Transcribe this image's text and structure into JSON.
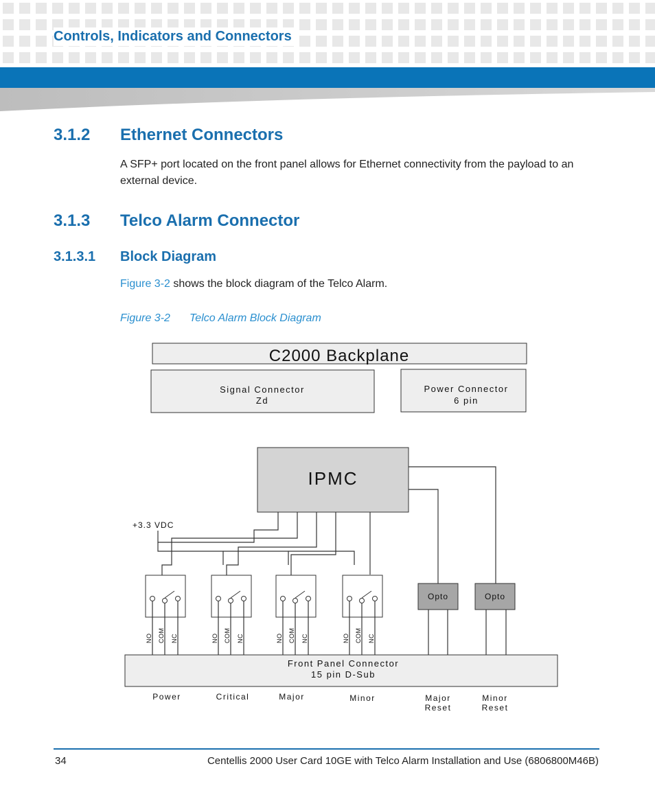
{
  "header": {
    "title": "Controls, Indicators and Connectors"
  },
  "section_312": {
    "number": "3.1.2",
    "title": "Ethernet Connectors",
    "body": "A SFP+ port located on the front panel allows for Ethernet connectivity from the payload to an external device."
  },
  "section_313": {
    "number": "3.1.3",
    "title": "Telco Alarm Connector"
  },
  "section_3131": {
    "number": "3.1.3.1",
    "title": "Block Diagram",
    "ref": "Figure 3-2",
    "ref_text": " shows the block diagram of the Telco Alarm."
  },
  "figure": {
    "label": "Figure 3-2",
    "title": "Telco Alarm Block Diagram"
  },
  "diagram": {
    "backplane": "C2000 Backplane",
    "signal_connector": [
      "Signal Connector",
      "Zd"
    ],
    "power_connector": [
      "Power Connector",
      "6 pin"
    ],
    "ipmc": "IPMC",
    "vdc": "+3.3 VDC",
    "opto": "Opto",
    "pin_labels": [
      "NO",
      "COM",
      "NC"
    ],
    "front_panel": [
      "Front Panel Connector",
      "15 pin D-Sub"
    ],
    "outputs": [
      "Power",
      "Critical",
      "Major",
      "Minor"
    ],
    "major_reset": [
      "Major",
      "Reset"
    ],
    "minor_reset": [
      "Minor",
      "Reset"
    ]
  },
  "footer": {
    "page": "34",
    "text": "Centellis 2000 User Card 10GE with Telco Alarm Installation and Use (6806800M46B)"
  }
}
